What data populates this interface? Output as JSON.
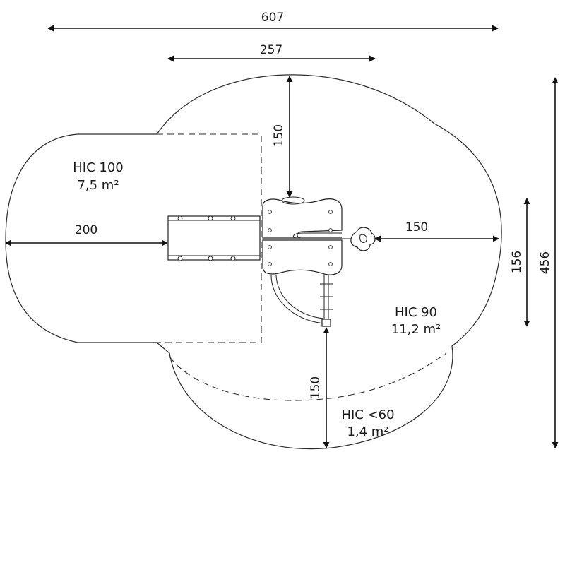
{
  "dimensions": {
    "overall_width": "607",
    "inner_width": "257",
    "top_clearance": "150",
    "left_clearance": "200",
    "right_clearance": "150",
    "bottom_clearance": "150",
    "right_inner_height": "156",
    "overall_height": "456"
  },
  "zones": {
    "hic100": {
      "label": "HIC 100",
      "area": "7,5 m²"
    },
    "hic90": {
      "label": "HIC 90",
      "area": "11,2 m²"
    },
    "hic60": {
      "label": "HIC <60",
      "area": "1,4 m²"
    }
  }
}
